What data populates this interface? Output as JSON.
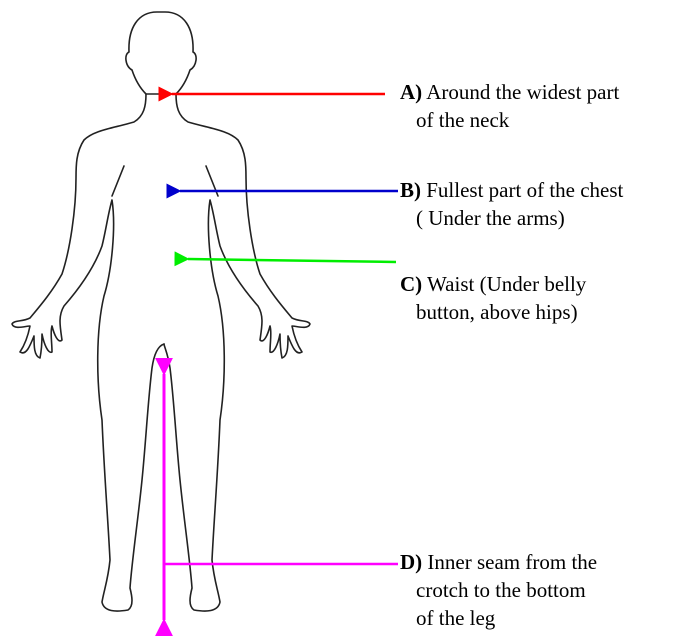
{
  "annotations": [
    {
      "id": "A",
      "key": "A)",
      "lines": [
        "Around the widest part",
        "of the neck"
      ],
      "color": "#ff0000",
      "target": "neck"
    },
    {
      "id": "B",
      "key": "B)",
      "lines": [
        "Fullest part of the chest",
        "( Under the arms)"
      ],
      "color": "#0000cc",
      "target": "chest"
    },
    {
      "id": "C",
      "key": "C)",
      "lines": [
        "Waist  (Under  belly",
        "button, above hips)"
      ],
      "color": "#00ee00",
      "target": "waist"
    },
    {
      "id": "D",
      "key": "D)",
      "lines": [
        "Inner seam from the",
        "crotch to the bottom",
        "of the leg"
      ],
      "color": "#ff00ff",
      "target": "inseam"
    }
  ]
}
